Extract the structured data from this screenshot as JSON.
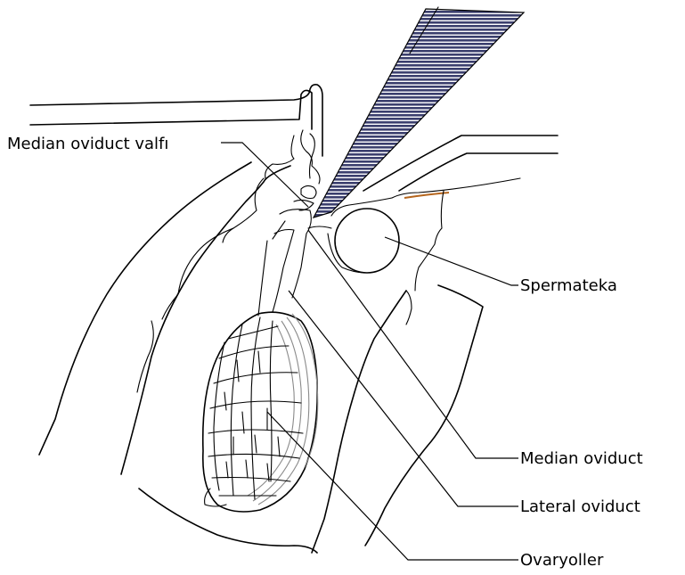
{
  "labels": {
    "median_oviduct_valve": "Median oviduct valfı",
    "spermatheca": "Spermateka",
    "median_oviduct": "Median oviduct",
    "lateral_oviduct": "Lateral oviduct",
    "ovarioles": "Ovaryoller"
  },
  "colors": {
    "line": "#000000",
    "hatch": "#3b3f6e",
    "hatch_stripe": "#ffffff",
    "membrane_accent": "#b5651d",
    "ovariole_shade": "#8a8a8a"
  }
}
